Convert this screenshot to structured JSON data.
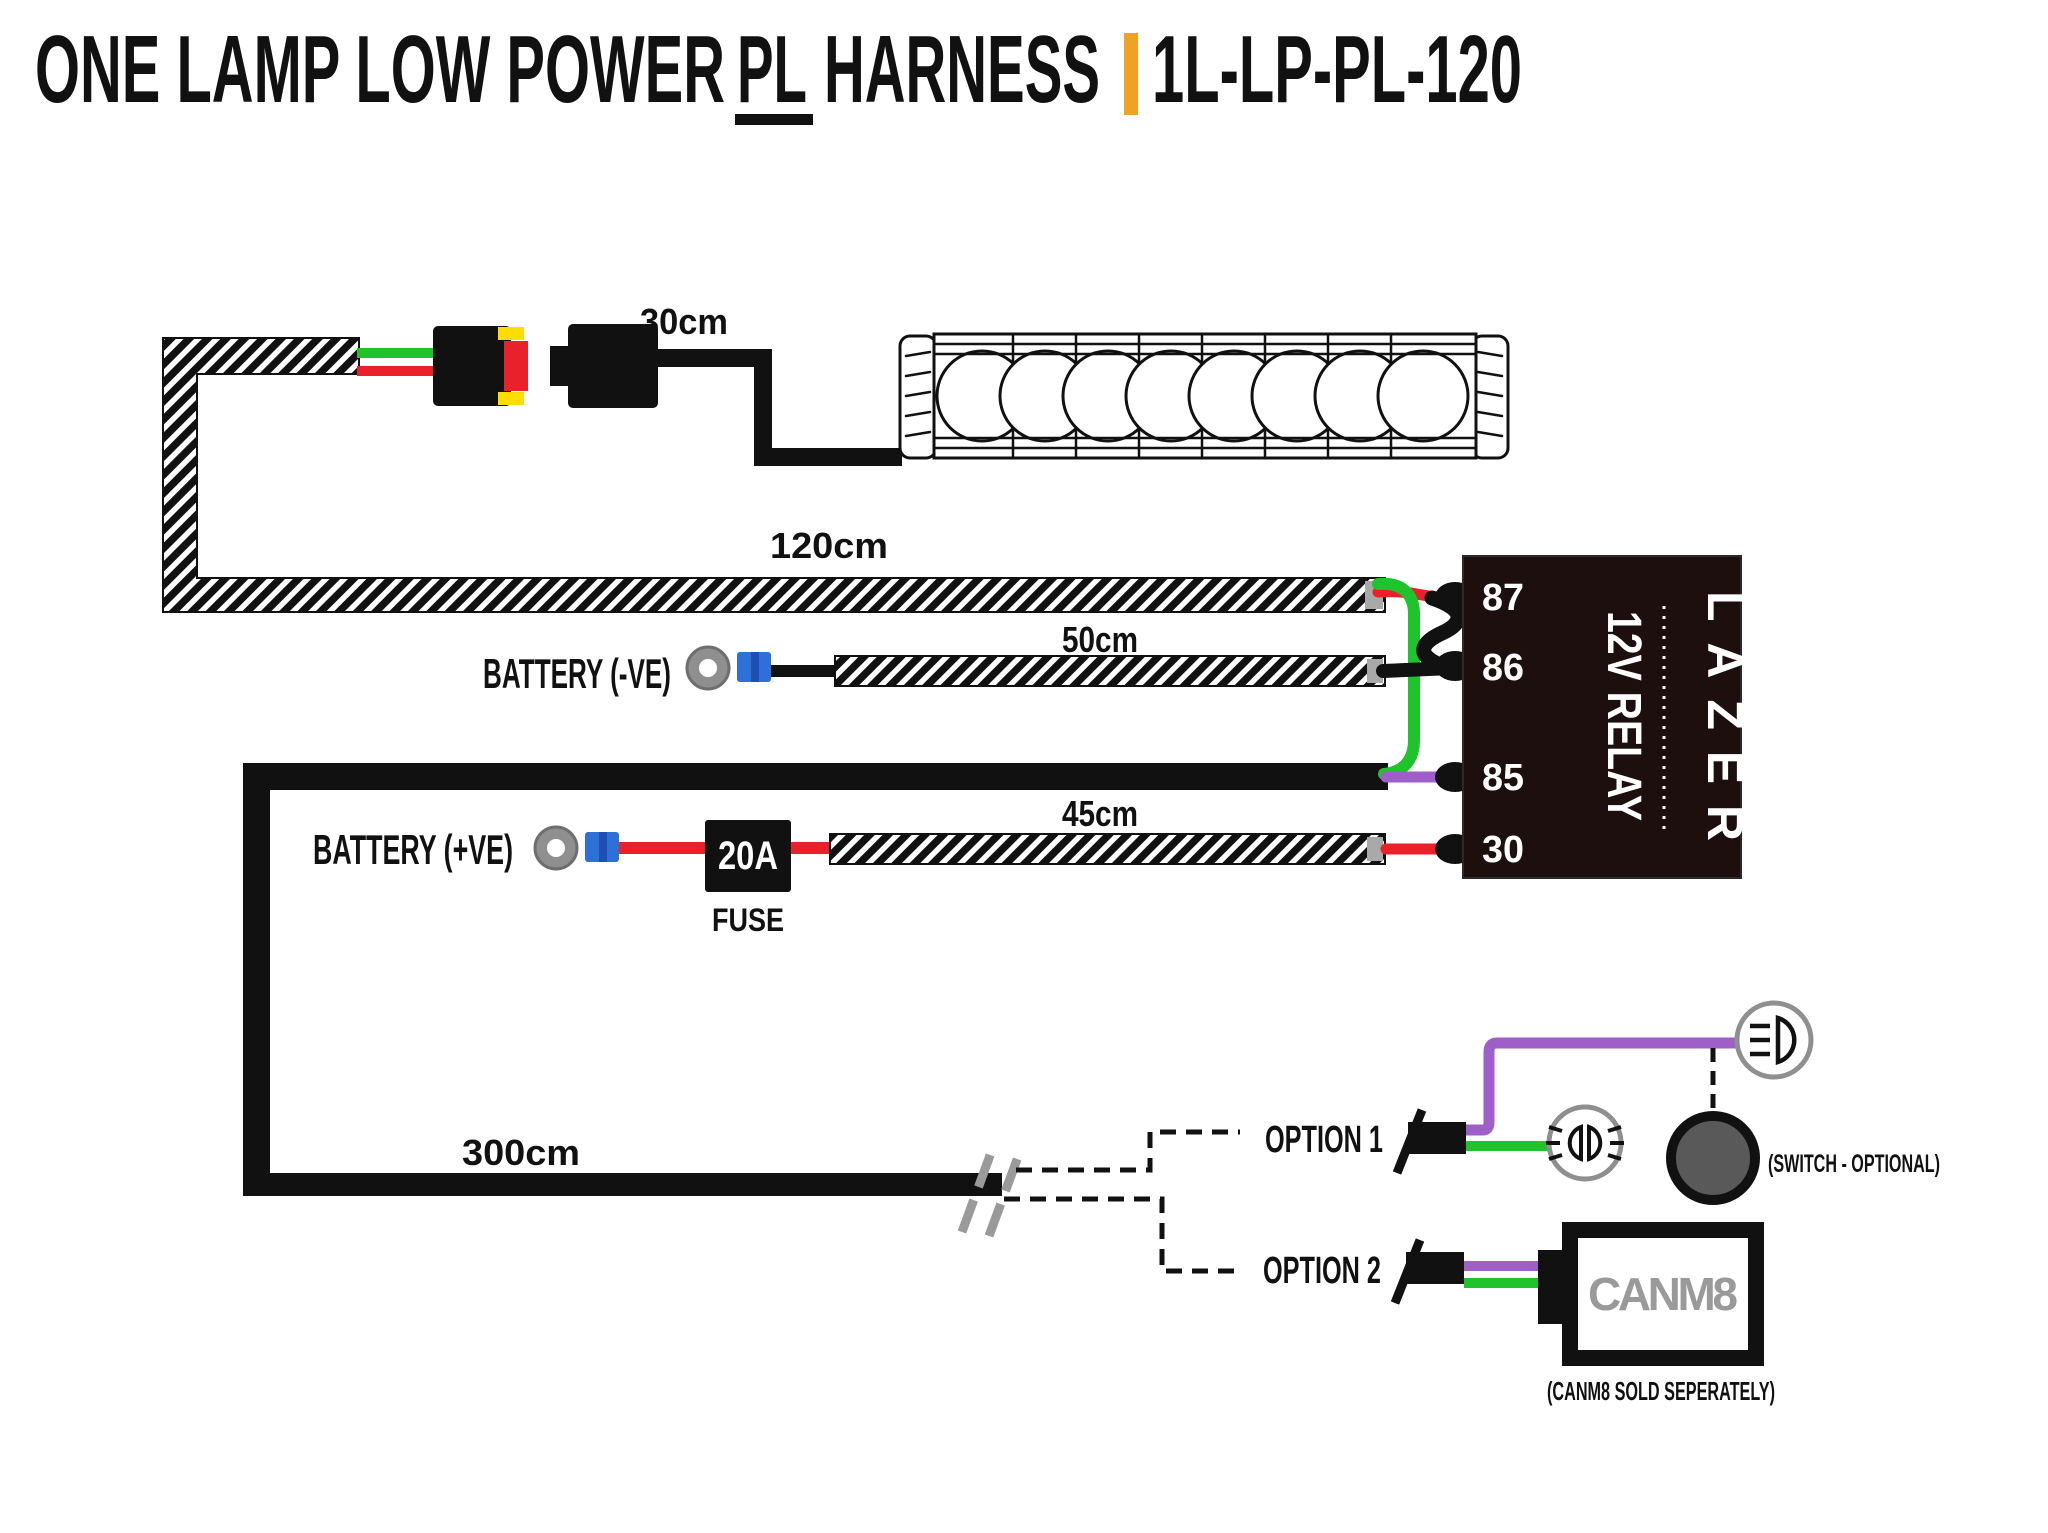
{
  "title": {
    "part1": "ONE LAMP LOW POWER",
    "part2_underlined": "PL",
    "part3": "HARNESS",
    "part_number": "1L-LP-PL-120"
  },
  "labels": {
    "wire_30cm": "30cm",
    "wire_120cm": "120cm",
    "wire_50cm": "50cm",
    "wire_45cm": "45cm",
    "wire_300cm": "300cm",
    "battery_negative": "BATTERY (-VE)",
    "battery_positive": "BATTERY (+VE)",
    "fuse_rating": "20A",
    "fuse": "FUSE",
    "option1": "OPTION 1",
    "option2": "OPTION 2",
    "switch_note": "(SWITCH - OPTIONAL)",
    "canm8": "CANM8",
    "canm8_note": "(CANM8 SOLD SEPERATELY)"
  },
  "relay": {
    "terminals": [
      "87",
      "86",
      "85",
      "30"
    ],
    "label": "12V RELAY",
    "brand": "LAZER"
  },
  "light_bar": {
    "lens_count": 8
  },
  "colors": {
    "accent_orange": "#F0A225",
    "wire_green": "#1FC32C",
    "wire_red": "#E8212B",
    "wire_purple": "#9E5FC9",
    "crimp_blue": "#2E6FD8",
    "crimp_blue_dark": "#1D50B0",
    "terminal_gray": "#8F8F8F",
    "relay_body": "#1D0F0E",
    "switch_fill": "#595959",
    "canm8_text": "#9A9A9A",
    "hatch_end_gray": "#A9A9A9",
    "dashed_gray": "#9A9A9A",
    "connector_yellow": "#FFDD00"
  }
}
